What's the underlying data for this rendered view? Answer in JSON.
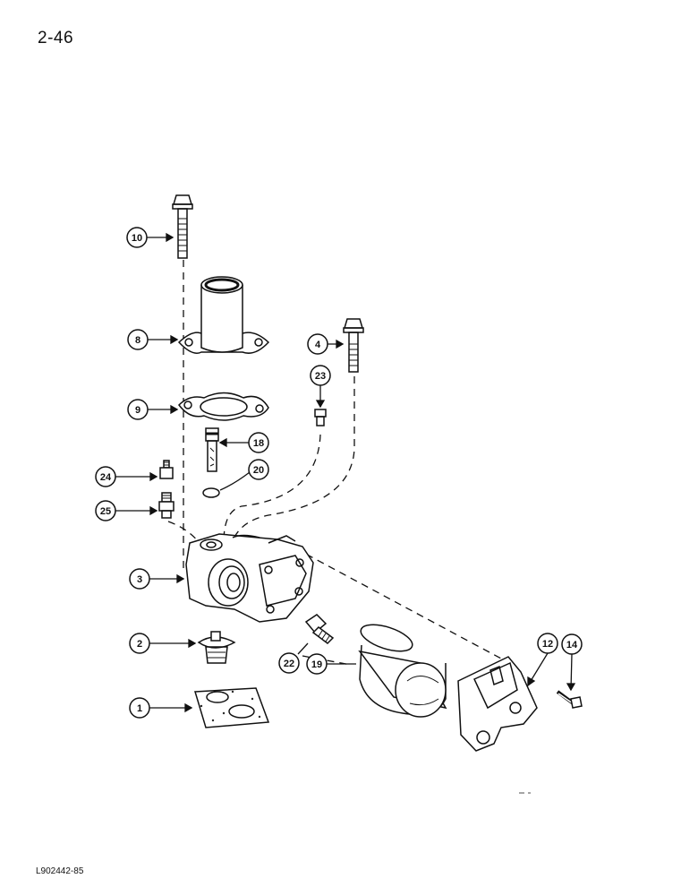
{
  "header": {
    "page_number": "2-46"
  },
  "footer": {
    "figure_code": "L902442-85"
  },
  "callouts": {
    "c1": "1",
    "c2": "2",
    "c3": "3",
    "c4": "4",
    "c8": "8",
    "c9": "9",
    "c10": "10",
    "c12": "12",
    "c14": "14",
    "c18": "18",
    "c19": "19",
    "c20": "20",
    "c22": "22",
    "c23": "23",
    "c24": "24",
    "c25": "25"
  },
  "colors": {
    "line": "#111111",
    "paper": "#ffffff"
  }
}
